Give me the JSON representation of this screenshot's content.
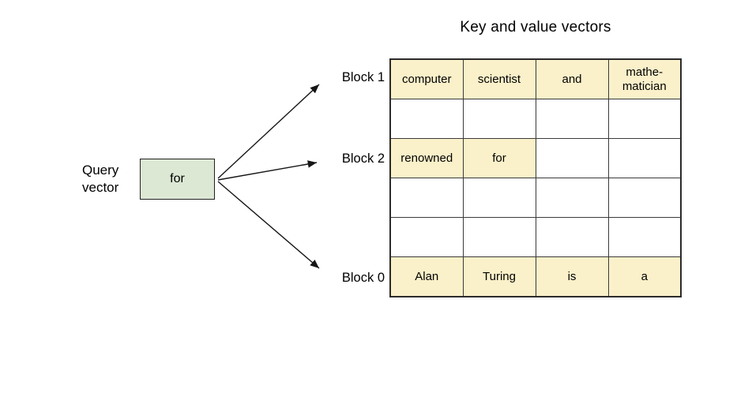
{
  "title": "Key and value vectors",
  "query_vector": {
    "caption": "Query\nvector",
    "value": "for"
  },
  "block_labels": {
    "block1": "Block 1",
    "block2": "Block 2",
    "block0": "Block 0"
  },
  "table": {
    "columns": 4,
    "rows": [
      {
        "block": "Block 1",
        "cells": [
          {
            "text": "computer",
            "highlight": true
          },
          {
            "text": "scientist",
            "highlight": true
          },
          {
            "text": "and",
            "highlight": true
          },
          {
            "text": "mathe-\nmatician",
            "highlight": true
          }
        ]
      },
      {
        "block": "",
        "cells": [
          {
            "text": "",
            "highlight": false
          },
          {
            "text": "",
            "highlight": false
          },
          {
            "text": "",
            "highlight": false
          },
          {
            "text": "",
            "highlight": false
          }
        ]
      },
      {
        "block": "Block 2",
        "cells": [
          {
            "text": "renowned",
            "highlight": true
          },
          {
            "text": "for",
            "highlight": true
          },
          {
            "text": "",
            "highlight": false
          },
          {
            "text": "",
            "highlight": false
          }
        ]
      },
      {
        "block": "",
        "cells": [
          {
            "text": "",
            "highlight": false
          },
          {
            "text": "",
            "highlight": false
          },
          {
            "text": "",
            "highlight": false
          },
          {
            "text": "",
            "highlight": false
          }
        ]
      },
      {
        "block": "",
        "cells": [
          {
            "text": "",
            "highlight": false
          },
          {
            "text": "",
            "highlight": false
          },
          {
            "text": "",
            "highlight": false
          },
          {
            "text": "",
            "highlight": false
          }
        ]
      },
      {
        "block": "Block 0",
        "cells": [
          {
            "text": "Alan",
            "highlight": true
          },
          {
            "text": "Turing",
            "highlight": true
          },
          {
            "text": "is",
            "highlight": true
          },
          {
            "text": "a",
            "highlight": true
          }
        ]
      }
    ]
  },
  "colors": {
    "highlight_cell": "#faf0c9",
    "query_box": "#dce8d3",
    "arrow": "#161616",
    "border": "#3a3a3a"
  }
}
